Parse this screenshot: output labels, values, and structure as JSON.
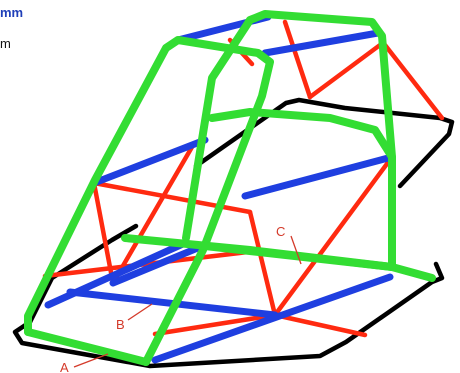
{
  "captions": {
    "line1": "mm",
    "line2": "m"
  },
  "callouts": [
    {
      "id": "A",
      "text": "A"
    },
    {
      "id": "B",
      "text": "B"
    },
    {
      "id": "C",
      "text": "C"
    }
  ],
  "colors": {
    "main_hoop": "#33dd33",
    "bracing": "#ff2a10",
    "cross_member": "#1f3fe0",
    "floor": "#000000",
    "callout_text": "#d43a2a",
    "caption_text": "#1f3fb8"
  }
}
